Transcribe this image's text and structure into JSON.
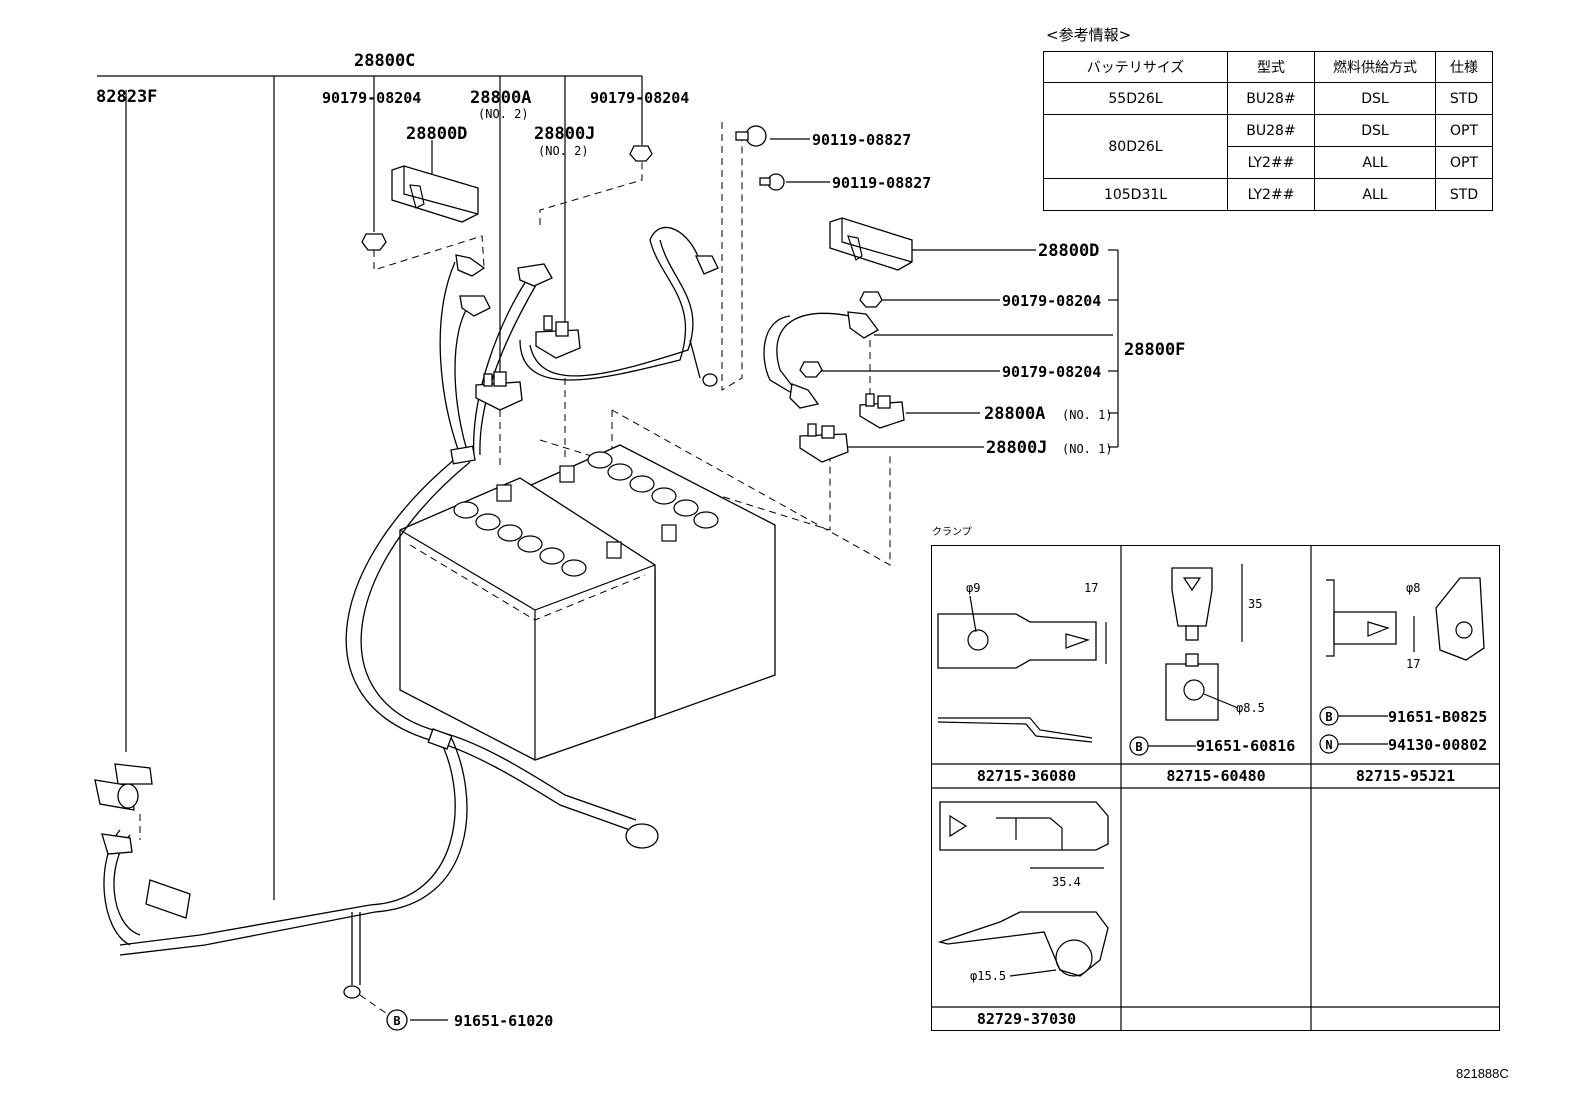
{
  "labels": {
    "p28800C": "28800C",
    "p82823F": "82823F",
    "p90179_left": "90179-08204",
    "p28800A_top": "28800A",
    "p28800A_top_sub": "(NO. 2)",
    "p90179_right": "90179-08204",
    "p28800D_top": "28800D",
    "p28800J_top": "28800J",
    "p28800J_top_sub": "(NO. 2)",
    "p90119_a": "90119-08827",
    "p90119_b": "90119-08827",
    "p28800D_right": "28800D",
    "p90179_r1": "90179-08204",
    "p28800F": "28800F",
    "p90179_r2": "90179-08204",
    "p28800A_right": "28800A",
    "p28800A_right_sub": "(NO. 1)",
    "p28800J_right": "28800J",
    "p28800J_right_sub": "(NO. 1)",
    "p91651_61020": "91651-61020",
    "marker_b": "B",
    "marker_n": "N"
  },
  "reference": {
    "title": "<参考情報>",
    "headers": [
      "バッテリサイズ",
      "型式",
      "燃料供給方式",
      "仕様"
    ],
    "rows": [
      {
        "size": "55D26L",
        "model": "BU28#",
        "fuel": "DSL",
        "spec": "STD"
      },
      {
        "size": "80D26L",
        "model": "BU28#",
        "fuel": "DSL",
        "spec": "OPT"
      },
      {
        "size": "",
        "model": "LY2##",
        "fuel": "ALL",
        "spec": "OPT"
      },
      {
        "size": "105D31L",
        "model": "LY2##",
        "fuel": "ALL",
        "spec": "STD"
      }
    ]
  },
  "clamps": {
    "title": "クランプ",
    "cells": [
      {
        "part": "82715-36080",
        "dims": [
          "φ9",
          "17"
        ]
      },
      {
        "part": "82715-60480",
        "dims": [
          "35",
          "φ8.5"
        ],
        "callout": "91651-60816"
      },
      {
        "part": "82715-95J21",
        "dims": [
          "φ8",
          "17"
        ],
        "callouts": [
          "91651-B0825",
          "94130-00802"
        ]
      },
      {
        "part": "82729-37030",
        "dims": [
          "35.4",
          "φ15.5"
        ]
      }
    ]
  },
  "footer": "821888C"
}
